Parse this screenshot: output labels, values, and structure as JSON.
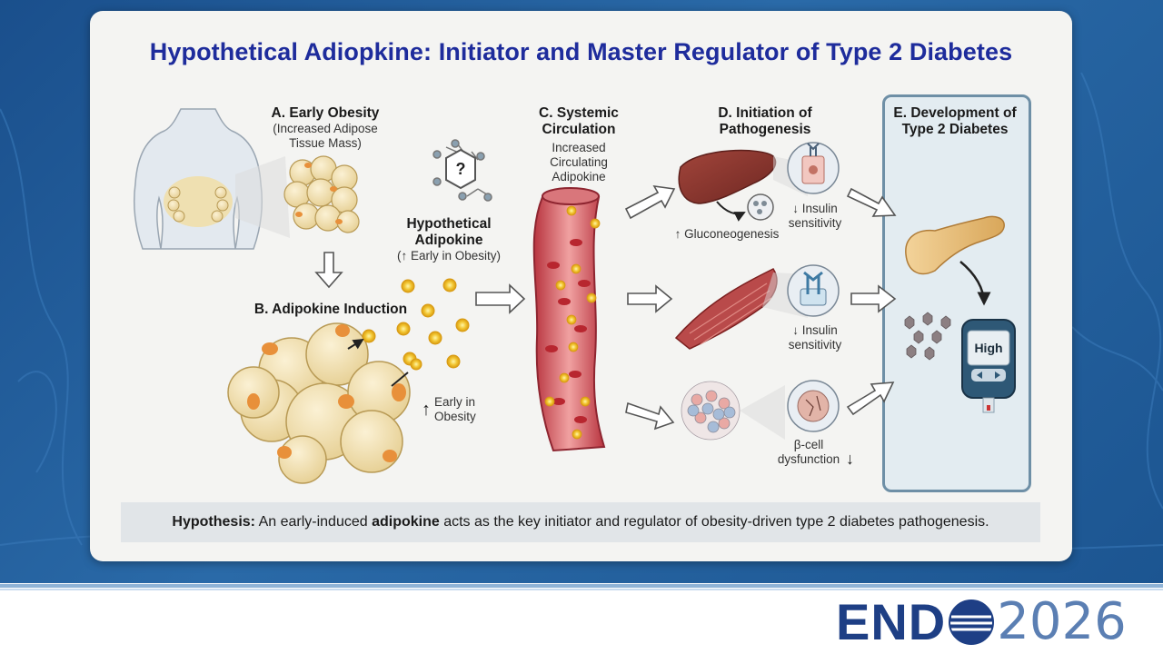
{
  "slide": {
    "title": "Hypothetical Adiopkine: Initiator and Master Regulator of Type 2 Diabetes"
  },
  "panels": {
    "a": {
      "title": "A. Early Obesity",
      "subtitle": "(Increased Adipose Tissue Mass)"
    },
    "b": {
      "title": "B. Adipokine Induction",
      "note": "Early in Obesity",
      "note_arrow": "↑"
    },
    "adipokine": {
      "title": "Hypothetical Adipokine",
      "note": "(↑ Early in Obesity)",
      "glyph": "?"
    },
    "c": {
      "title": "C. Systemic Circulation",
      "note": "Increased Circulating Adipokine"
    },
    "d": {
      "title": "D. Initiation of Pathogenesis",
      "liver_effect": "↑ Gluconeogenesis",
      "liver_insulin": "↓ Insulin sensitivity",
      "muscle_insulin": "↓ Insulin sensitivity",
      "beta_cell": "β-cell dysfunction",
      "beta_arrow": "↓"
    },
    "e": {
      "title": "E. Development of Type 2 Diabetes",
      "meter_reading": "High"
    }
  },
  "hypothesis": {
    "lead": "Hypothesis:",
    "part1": " An early-induced ",
    "emph": "adipokine",
    "part2": " acts as the key initiator and regulator of obesity-driven type 2 diabetes pathogenesis."
  },
  "brand": {
    "name": "END",
    "year": "2026",
    "primary_color": "#1e3f85",
    "accent_color": "#5b7fb3"
  },
  "icons": [
    "question-molecule-icon",
    "liver-icon",
    "muscle-icon",
    "receptor-cell-icon",
    "islet-icon",
    "pancreas-icon",
    "glucose-meter-icon",
    "flow-arrow-icon"
  ],
  "colors": {
    "title": "#1e2c9c",
    "adipocyte": "#f3e3b3",
    "adipokine": "#f2c531",
    "vessel": "#c8404a",
    "panel_border": "#6e8fa6"
  }
}
